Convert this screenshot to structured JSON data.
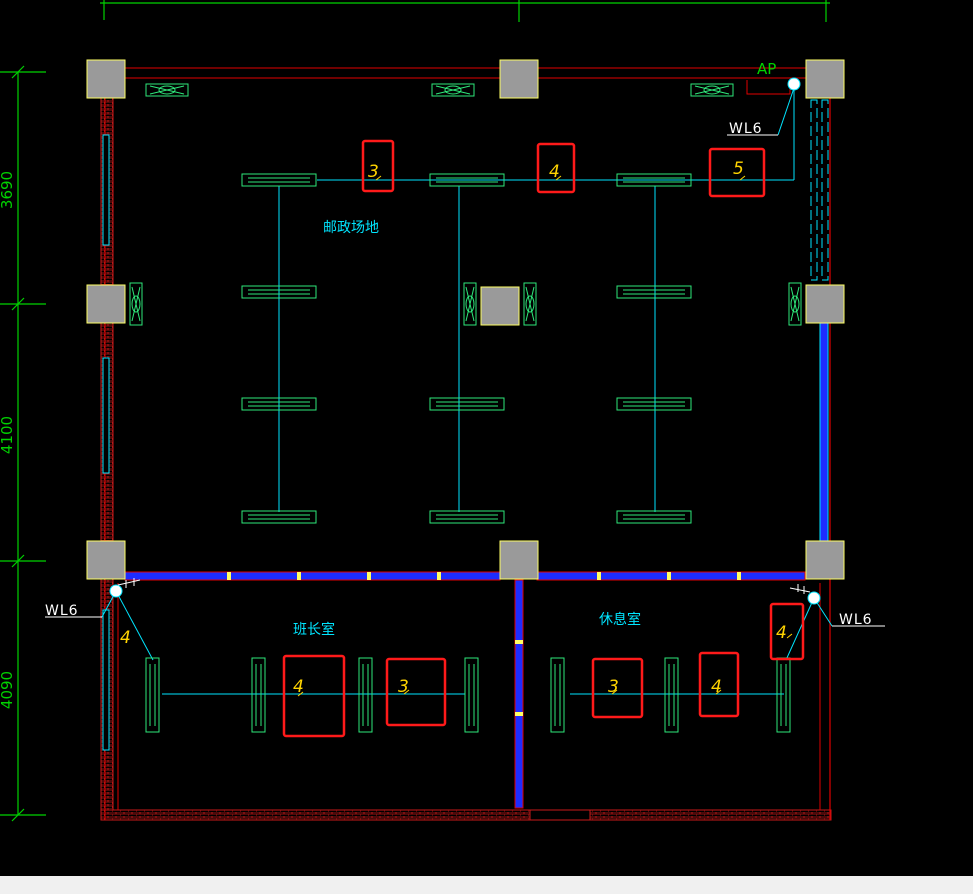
{
  "drawing": {
    "dimensions": {
      "top_span": "3690",
      "middle_span": "4100",
      "bottom_span": "4090"
    },
    "rooms": {
      "sorting_area": "邮政场地",
      "monitor_room": "班长室",
      "rest_room": "休息室"
    },
    "panel_label": "AP",
    "circuits": {
      "top_right": "WL6",
      "bottom_left": "WL6",
      "bottom_right": "WL6"
    },
    "lamp_counts": {
      "top_row": [
        "3",
        "4",
        "5"
      ],
      "left_column": "4",
      "monitor_room": [
        "4",
        "3"
      ],
      "rest_room": [
        "3",
        "4"
      ],
      "right_column": "4"
    }
  },
  "colors": {
    "background": "#000000",
    "dimension_line": "#00d200",
    "wall": "#e00000",
    "column_fill": "#9a9a9a",
    "column_edge": "#ffff66",
    "fixture": "#2ee87a",
    "wiring": "#00e5ff",
    "window_blue": "#1d2cff",
    "highlight_box": "#ff1a1a",
    "label_yellow": "#ffd400",
    "label_white": "#ffffff"
  }
}
